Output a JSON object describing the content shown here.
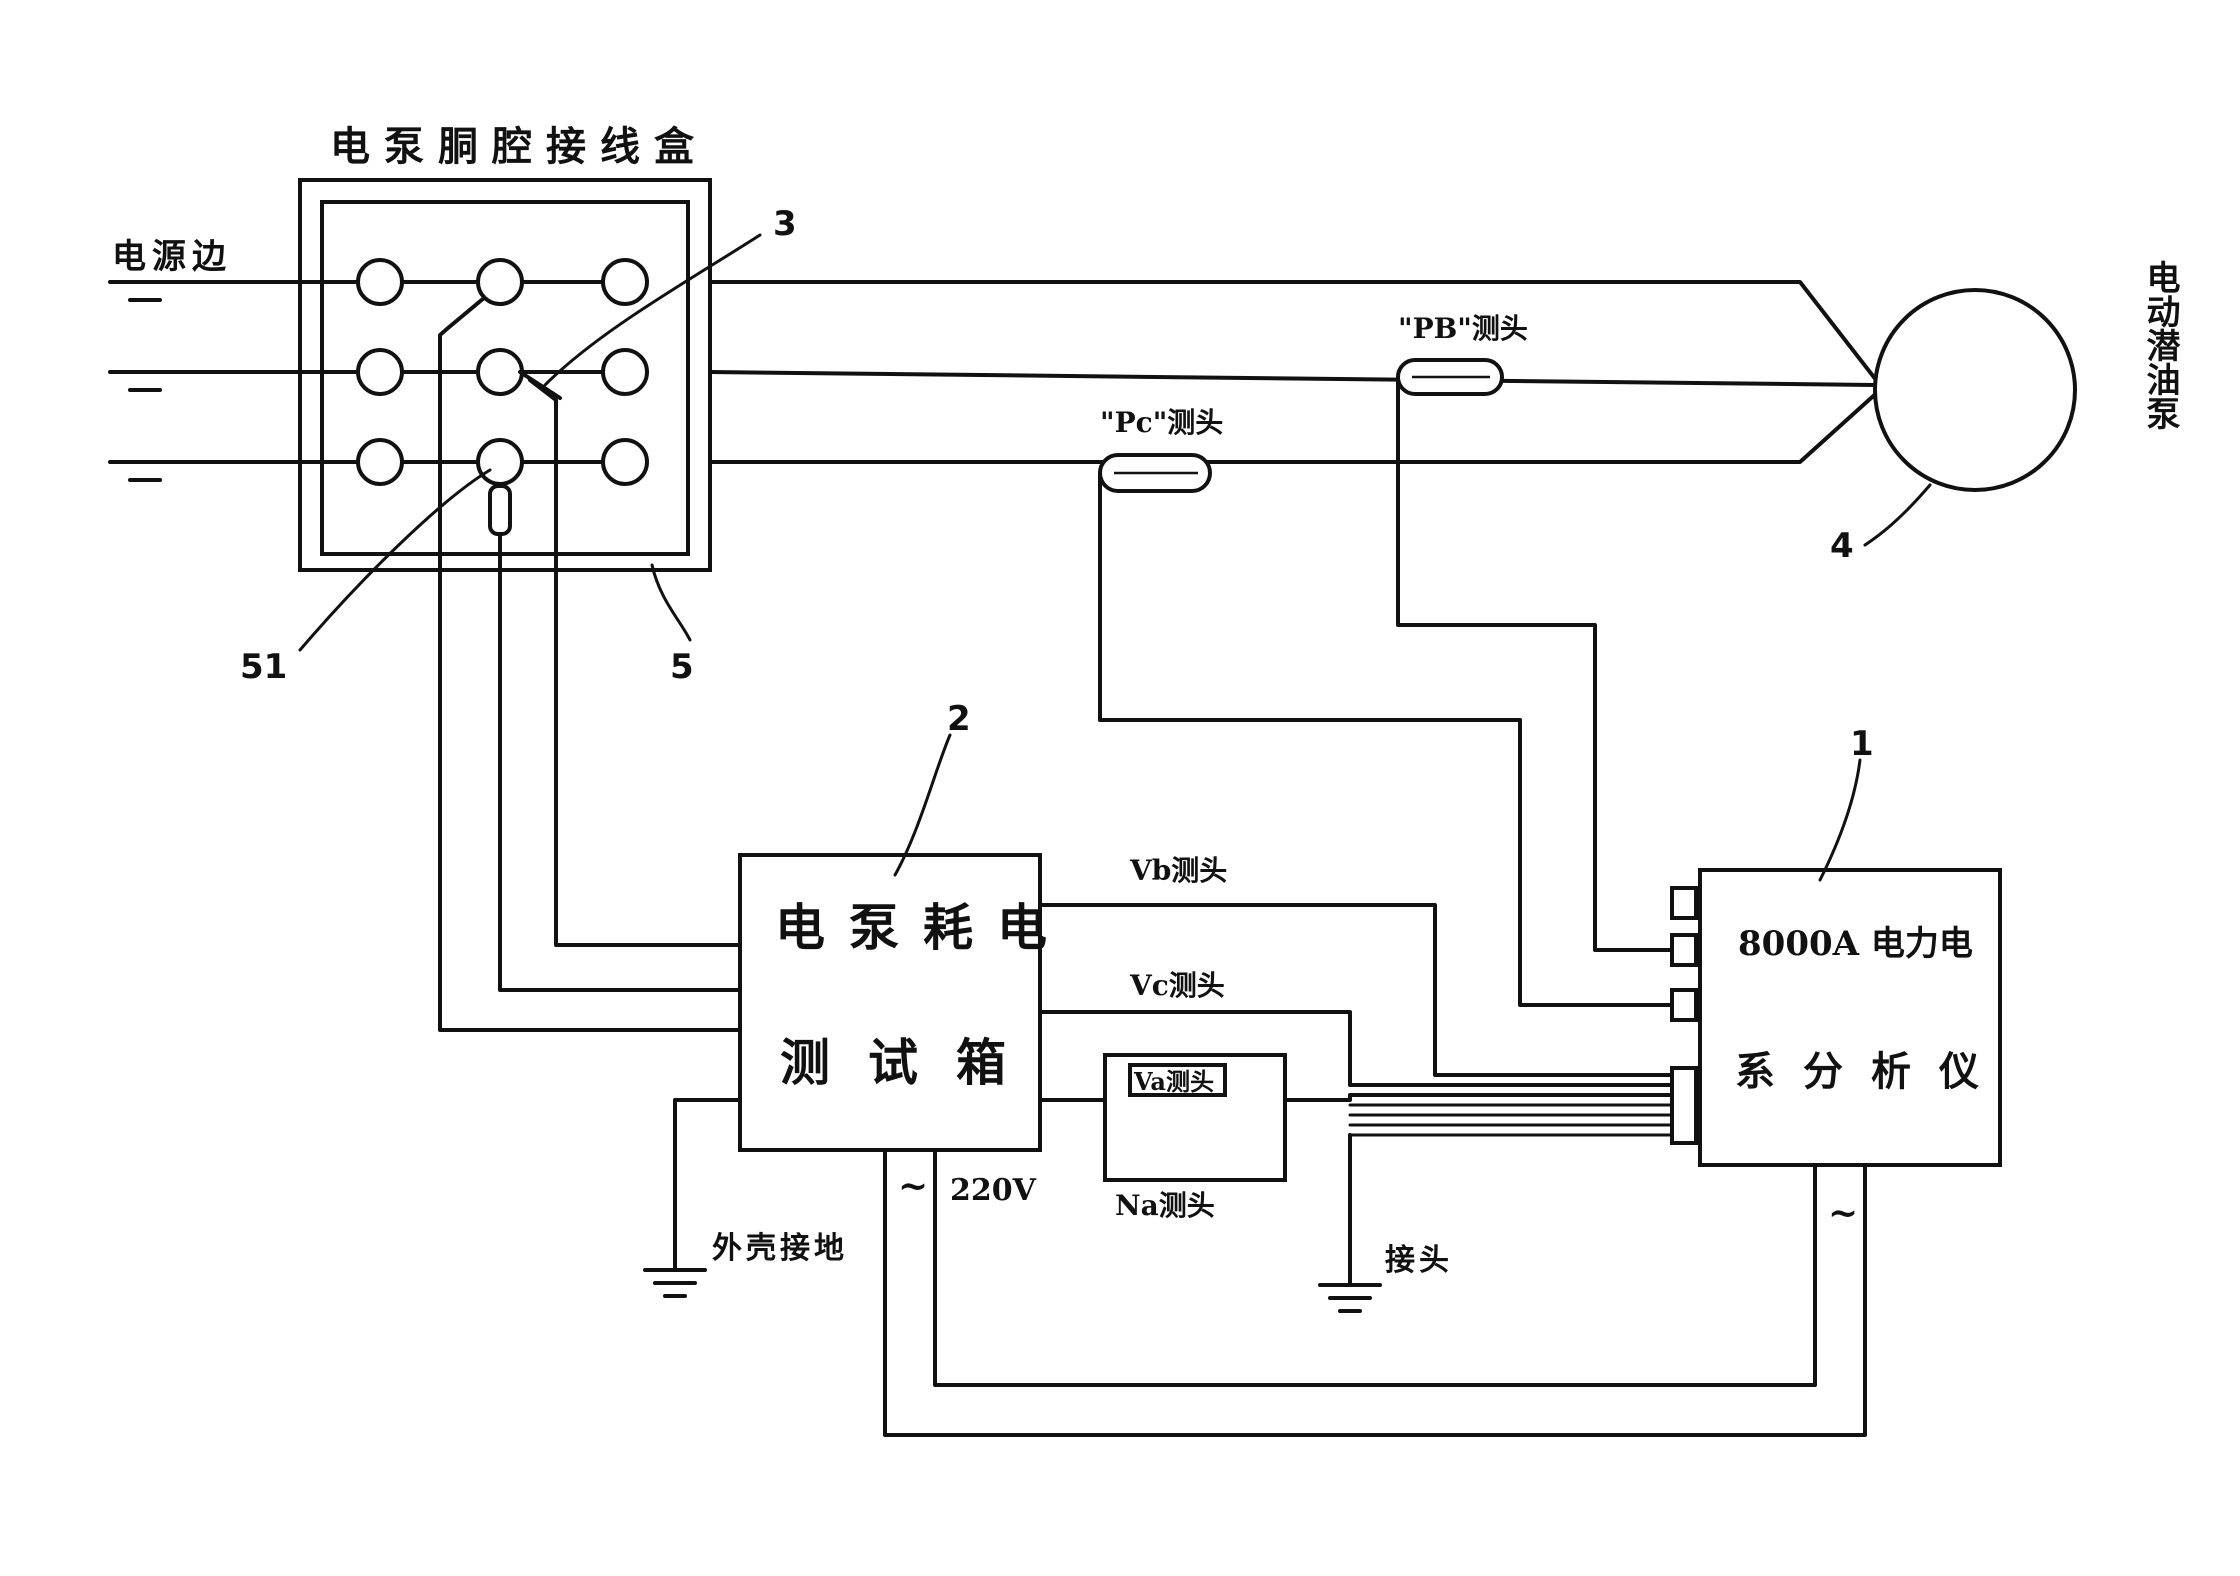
{
  "junction_box": {
    "title": "电泵胴腔接线盒",
    "callout_terminal": "3",
    "callout_wire": "51",
    "callout_box": "5"
  },
  "power_side": {
    "label": "电源边"
  },
  "pump": {
    "label": "电动潜油泵",
    "callout": "4"
  },
  "probes": {
    "pb": "\"PB\"测头",
    "pc": "\"Pc\"测头",
    "vb": "Vb测头",
    "vc": "Vc测头",
    "va": "Va测头",
    "na": "Na测头"
  },
  "test_box": {
    "callout": "2",
    "line1": "电泵耗电",
    "line2": "测试箱",
    "supply_symbol": "~",
    "supply_voltage": "220V",
    "ground_label": "外壳接地"
  },
  "analyzer": {
    "callout": "1",
    "line1": "8000A 电力电",
    "line2": "系分析仪",
    "supply_symbol": "~"
  },
  "ground2": {
    "label": "接头"
  }
}
